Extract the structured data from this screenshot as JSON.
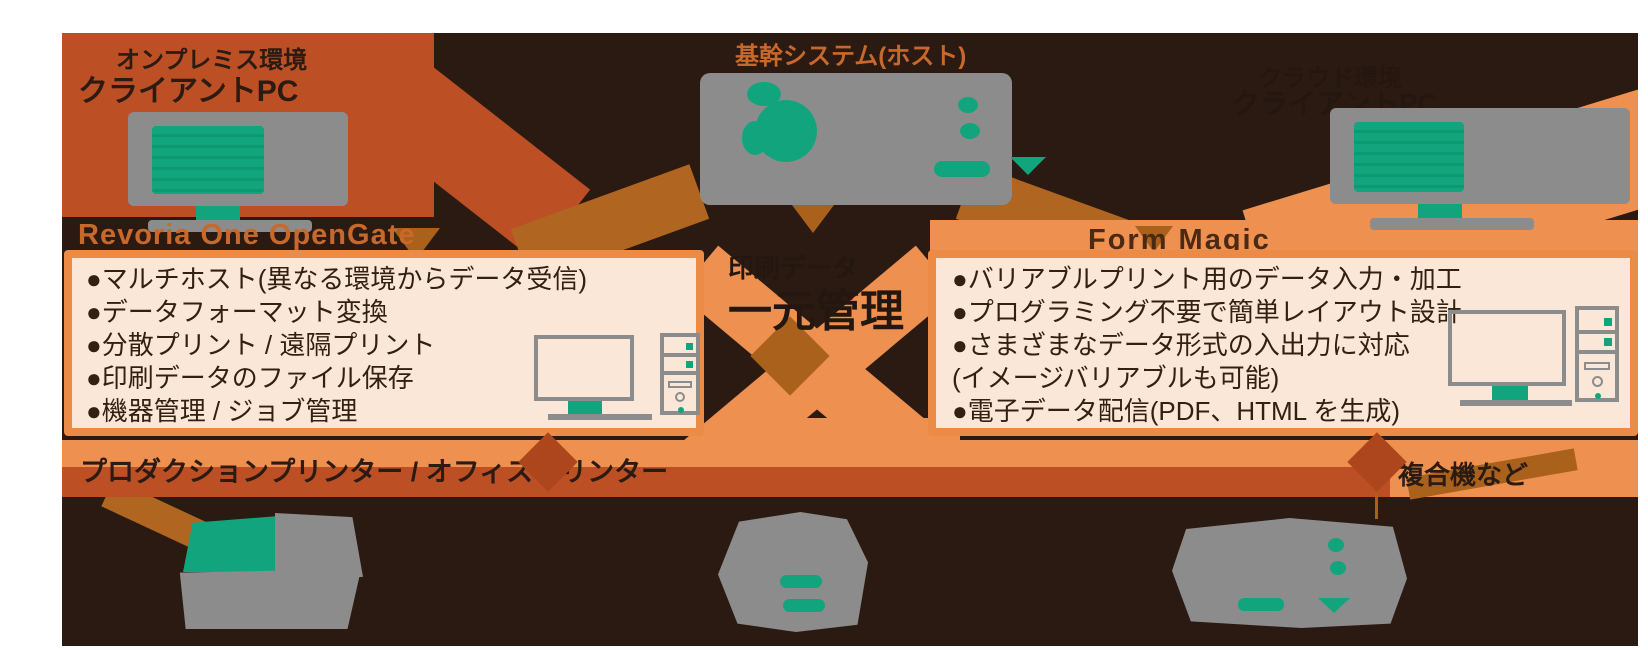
{
  "colors": {
    "background_dark": "#2a1a12",
    "orange_bright": "#bd4f24",
    "orange_light": "#ee9050",
    "orange_brown": "#b06521",
    "arrow_dark": "#a9611c",
    "box_frame": "#ec8b45",
    "box_fill": "#fae7d8",
    "device_gray": "#8c8c8c",
    "device_green": "#12a57d",
    "title_orange": "#c8692b"
  },
  "header": {
    "left_node": {
      "line1": "オンプレミス環境",
      "line2": "クライアントPC"
    },
    "center_node": {
      "label": "基幹システム(ホスト)"
    },
    "right_node": {
      "line1": "クラウド環境",
      "line2": "クライアントPC"
    }
  },
  "boxes": {
    "opengate": {
      "title": "Revoria One OpenGate",
      "features": [
        "●マルチホスト(異なる環境からデータ受信)",
        "●データフォーマット変換",
        "●分散プリント / 遠隔プリント",
        "●印刷データのファイル保存",
        "●機器管理 / ジョブ管理"
      ]
    },
    "formmagic": {
      "title": "Form Magic",
      "features": [
        "●バリアブルプリント用のデータ入力・加工",
        "●プログラミング不要で簡単レイアウト設計",
        "●さまざまなデータ形式の入出力に対応",
        " (イメージバリアブルも可能)",
        "●電子データ配信(PDF、HTML を生成)"
      ]
    }
  },
  "center_link": {
    "line1": "印刷データ",
    "line2": "一元管理"
  },
  "output_band": {
    "left_label": "プロダクションプリンター / オフィスプリンター",
    "right_label": "複合機など"
  },
  "devices": {
    "top_left": "client-pc-monitor",
    "top_center": "host-mainframe",
    "top_right": "client-pc-monitor",
    "left_box_pc": "desktop-pc",
    "right_box_pc": "desktop-pc",
    "bottom_left": "production-printer",
    "bottom_center": "office-printer",
    "bottom_right": "multifunction-printer"
  }
}
